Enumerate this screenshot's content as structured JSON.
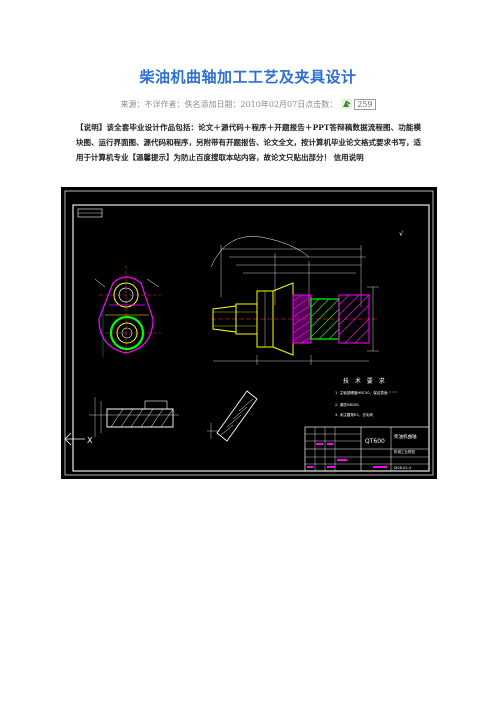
{
  "article": {
    "title": "柴油机曲轴加工工艺及夹具设计",
    "meta_text": "来源：不详作者：佚名添加日期：2010年02月07日点击数：",
    "clicks": "259",
    "description": "【说明】该全套毕业设计作品包括：论文＋源代码＋程序＋开题报告＋PPT答辩稿数据流程图、功能模块图、运行界面图、源代码和程序，另附带有开题报告、论文全文，按计算机毕业论文格式要求书写，适用于计算机专业【温馨提示】为防止百度搜取本站内容，故论文只贴出部分！ 信用说明"
  },
  "drawing": {
    "tech_req_title": "技 术 要 求",
    "tech_req_lines": [
      "1. 主轴颈硬度HRC50，保证表面 ^^^",
      "2. 调质HB280",
      "3. 未注圆角R2，去毛刺"
    ],
    "part_code": "QT600",
    "part_name": "柴油机曲轴",
    "school": "机械工业院校",
    "drawing_no": "JX08-02-4",
    "axis_label": "X",
    "colors": {
      "background": "#000000",
      "frame": "#ffffff",
      "part": "#ffff00",
      "section": "#ff00ff",
      "hatch": "#ffffff",
      "center": "#ff3333",
      "fill": "#00ff00",
      "dimension": "#00ffff"
    }
  }
}
